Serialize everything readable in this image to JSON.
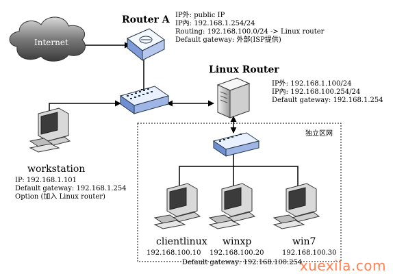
{
  "router_a": {
    "title": "Router A",
    "lines": [
      "IP外: public IP",
      "IP內: 192.168.1.254/24",
      "Routing: 192.168.100.0/24 -> Linux router",
      "Default gateway: 外部(ISP提供)"
    ]
  },
  "internet_label": "Internet",
  "linux_router": {
    "title": "Linux Router",
    "lines": [
      "IP外: 192.168.1.100/24",
      "IP內: 192.168.100.254/24",
      "Default gateway: 192.168.1.254"
    ]
  },
  "workstation": {
    "title": "workstation",
    "lines": [
      "IP: 192.168.1.101",
      "Default gateway: 192.168.1.254",
      "Option (加入 Linux router)"
    ]
  },
  "isolated_zone_label": "独立区网",
  "clients": [
    {
      "name": "clientlinux",
      "ip": "192.168.100.10"
    },
    {
      "name": "winxp",
      "ip": "192.168.100.20"
    },
    {
      "name": "win7",
      "ip": "192.168.100.30"
    }
  ],
  "clients_gateway": "Default gateway: 192.168.100.254",
  "watermark": "xuexila.com"
}
